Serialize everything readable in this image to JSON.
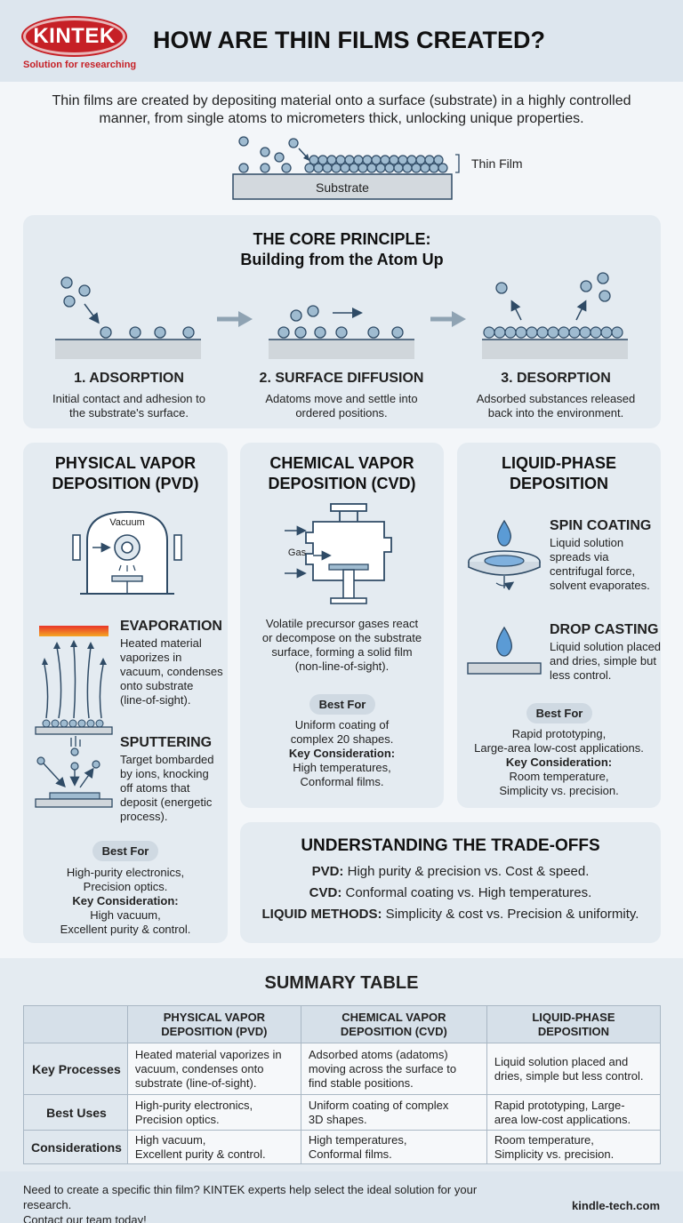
{
  "header": {
    "logo_text": "KINTEK",
    "tagline": "Solution for researching",
    "title": "HOW ARE THIN FILMS CREATED?"
  },
  "intro": {
    "text": "Thin films are created by depositing material onto a surface (substrate) in a highly controlled manner, from single atoms to micrometers thick, unlocking unique properties.",
    "thin_film_label": "Thin Film",
    "substrate_label": "Substrate"
  },
  "core": {
    "title_line1": "THE CORE PRINCIPLE:",
    "title_line2": "Building from the Atom Up",
    "steps": [
      {
        "title": "1. ADSORPTION",
        "desc_line1": "Initial contact and adhesion to",
        "desc_line2": "the substrate's surface."
      },
      {
        "title": "2. SURFACE DIFFUSION",
        "desc_line1": "Adatoms move and settle into",
        "desc_line2": "ordered positions."
      },
      {
        "title": "3. DESORPTION",
        "desc_line1": "Adsorbed substances released",
        "desc_line2": "back into the environment."
      }
    ]
  },
  "pvd": {
    "title_line1": "PHYSICAL VAPOR",
    "title_line2": "DEPOSITION (PVD)",
    "vacuum_label": "Vacuum",
    "evaporation": {
      "title": "EVAPORATION",
      "lines": [
        "Heated material",
        "vaporizes in",
        "vacuum, condenses",
        "onto substrate",
        "(line-of-sight)."
      ]
    },
    "sputtering": {
      "title": "SPUTTERING",
      "lines": [
        "Target bombarded",
        "by ions, knocking",
        "off atoms that",
        "deposit (energetic",
        "process)."
      ]
    },
    "best_for_label": "Best For",
    "best_for_lines": [
      "High-purity electronics,",
      "Precision optics."
    ],
    "key_label": "Key Consideration:",
    "key_lines": [
      "High vacuum,",
      "Excellent purity & control."
    ]
  },
  "cvd": {
    "title_line1": "CHEMICAL VAPOR",
    "title_line2": "DEPOSITION (CVD)",
    "gas_label": "Gas",
    "desc_lines": [
      "Volatile precursor gases react",
      "or decompose on the substrate",
      "surface, forming a solid film",
      "(non-line-of-sight)."
    ],
    "best_for_label": "Best For",
    "best_for_lines": [
      "Uniform coating of",
      "complex 20 shapes."
    ],
    "key_label": "Key Consideration:",
    "key_lines": [
      "High temperatures,",
      "Conformal films."
    ]
  },
  "liquid": {
    "title_line1": "LIQUID-PHASE",
    "title_line2": "DEPOSITION",
    "spin": {
      "title": "SPIN COATING",
      "lines": [
        "Liquid solution",
        "spreads via",
        "centrifugal force,",
        "solvent evaporates."
      ]
    },
    "drop": {
      "title": "DROP CASTING",
      "lines": [
        "Liquid solution placed",
        "and dries, simple but",
        "less control."
      ]
    },
    "best_for_label": "Best For",
    "best_for_lines": [
      "Rapid prototyping,",
      "Large-area low-cost applications."
    ],
    "key_label": "Key Consideration:",
    "key_lines": [
      "Room temperature,",
      "Simplicity vs. precision."
    ]
  },
  "tradeoffs": {
    "title": "UNDERSTANDING THE TRADE-OFFS",
    "lines": [
      {
        "label": "PVD:",
        "text": " High purity & precision vs. Cost & speed."
      },
      {
        "label": "CVD:",
        "text": " Conformal coating vs. High temperatures."
      },
      {
        "label": "LIQUID METHODS:",
        "text": " Simplicity & cost vs. Precision & uniformity."
      }
    ]
  },
  "summary": {
    "title": "SUMMARY TABLE",
    "columns": [
      {
        "line1": "PHYSICAL VAPOR",
        "line2": "DEPOSITION (PVD)"
      },
      {
        "line1": "CHEMICAL VAPOR",
        "line2": "DEPOSITION (CVD)"
      },
      {
        "line1": "LIQUID-PHASE",
        "line2": "DEPOSITION"
      }
    ],
    "rows": [
      {
        "label": "Key Processes",
        "cells": [
          [
            "Heated material vaporizes in",
            "vacuum, condenses onto",
            "substrate (line-of-sight)."
          ],
          [
            "Adsorbed atoms (adatoms)",
            "moving across the surface to",
            "find stable positions."
          ],
          [
            "Liquid solution placed and",
            "dries, simple but less control."
          ]
        ]
      },
      {
        "label": "Best Uses",
        "cells": [
          [
            "High-purity electronics,",
            "Precision optics."
          ],
          [
            "Uniform coating of complex",
            "3D shapes."
          ],
          [
            "Rapid prototyping, Large-",
            "area low-cost applications."
          ]
        ]
      },
      {
        "label": "Considerations",
        "cells": [
          [
            "High vacuum,",
            "Excellent purity & control."
          ],
          [
            "High temperatures,",
            "Conformal films."
          ],
          [
            "Room temperature,",
            "Simplicity vs. precision."
          ]
        ]
      }
    ]
  },
  "footer": {
    "line1": "Need to create a specific thin film? KINTEK experts help select the ideal solution for your research.",
    "line2": "Contact our team today!",
    "url": "kindle-tech.com"
  },
  "colors": {
    "brand": "#c62026",
    "atom_fill": "#9fbbd0",
    "atom_stroke": "#2f4b66",
    "panel": "#e4ebf1"
  }
}
